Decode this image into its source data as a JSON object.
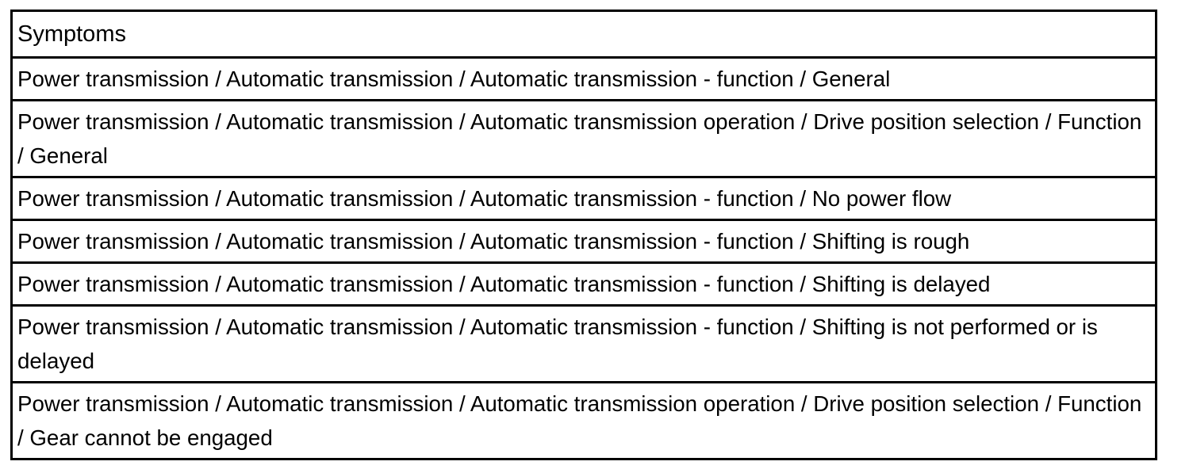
{
  "page": {
    "background": "#ffffff"
  },
  "symptoms_table": {
    "header": "Symptoms",
    "rows": [
      "Power transmission / Automatic transmission / Automatic transmission - function / General",
      "Power transmission / Automatic transmission / Automatic transmission operation / Drive position selection / Function / General",
      "Power transmission / Automatic transmission / Automatic transmission - function / No power flow",
      "Power transmission / Automatic transmission / Automatic transmission - function / Shifting is rough",
      "Power transmission / Automatic transmission / Automatic transmission - function / Shifting is delayed",
      "Power transmission / Automatic transmission / Automatic transmission - function / Shifting is not performed or is delayed",
      "Power transmission / Automatic transmission / Automatic transmission operation / Drive position selection / Function / Gear cannot be engaged"
    ],
    "colors": {
      "border": "#000000",
      "text": "#000000",
      "background": "#ffffff"
    }
  }
}
